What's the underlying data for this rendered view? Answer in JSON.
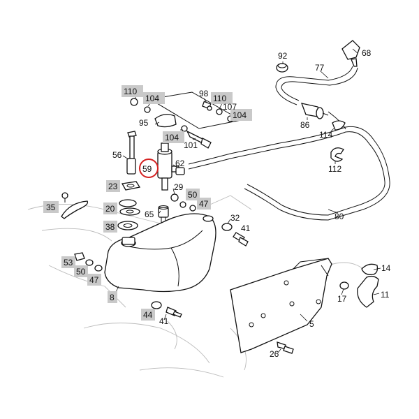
{
  "accent_color": "#d42020",
  "highlight_color": "#c9c9c9",
  "labels": {
    "l92": "92",
    "l68": "68",
    "l77": "77",
    "l110a": "110",
    "l104a": "104",
    "l98": "98",
    "l110b": "110",
    "l107": "107",
    "l104b": "104",
    "l95": "95",
    "l104c": "104",
    "l86": "86",
    "l114": "114",
    "l101": "101",
    "l56": "56",
    "l59": "59",
    "l62": "62",
    "l112": "112",
    "l23": "23",
    "l29": "29",
    "l50a": "50",
    "l47a": "47",
    "l35": "35",
    "l20": "20",
    "l65": "65",
    "l80": "80",
    "l38": "38",
    "l32": "32",
    "l41a": "41",
    "l53": "53",
    "l50b": "50",
    "l47b": "47",
    "l14": "14",
    "l8": "8",
    "l17": "17",
    "l11": "11",
    "l44": "44",
    "l41b": "41",
    "l5": "5",
    "l26": "26"
  }
}
